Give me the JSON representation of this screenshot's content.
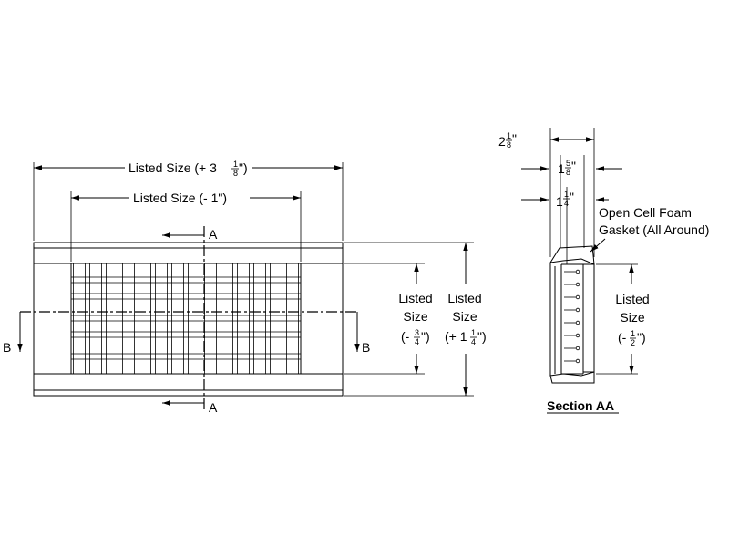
{
  "front_view": {
    "top_dim": {
      "prefix": "Listed Size (+ 3",
      "frac_num": "1",
      "frac_den": "8",
      "suffix": "\")"
    },
    "inner_dim": {
      "text": "Listed Size (- 1\")"
    },
    "right_inner_dim": {
      "l1": "Listed",
      "l2": "Size",
      "l3_prefix": "(-",
      "frac_num": "3",
      "frac_den": "4",
      "l3_suffix": "\")"
    },
    "right_outer_dim": {
      "l1": "Listed",
      "l2": "Size",
      "l3_prefix": "(+ 1",
      "frac_num": "1",
      "frac_den": "4",
      "l3_suffix": "\")"
    },
    "section_a_label": "A",
    "section_b_label": "B"
  },
  "section_view": {
    "dim_outer": {
      "whole": "2",
      "frac_num": "1",
      "frac_den": "8",
      "suffix": "\""
    },
    "dim_mid": {
      "whole": "1",
      "frac_num": "5",
      "frac_den": "8",
      "suffix": "\""
    },
    "dim_small": {
      "whole": "1",
      "frac_num": "1",
      "frac_den": "4",
      "suffix": "\""
    },
    "gasket_label": {
      "l1": "Open Cell Foam",
      "l2": "Gasket (All Around)"
    },
    "height_dim": {
      "l1": "Listed",
      "l2": "Size",
      "l3_prefix": "(-",
      "frac_num": "1",
      "frac_den": "2",
      "l3_suffix": "\")"
    },
    "title": "Section AA"
  }
}
